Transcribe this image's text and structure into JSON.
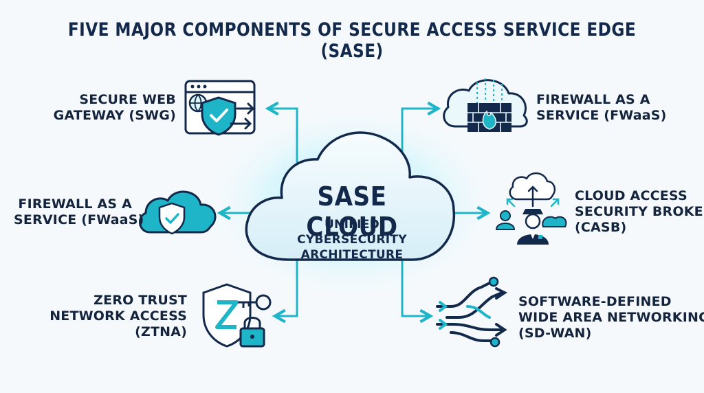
{
  "title": "FIVE MAJOR COMPONENTS OF SECURE ACCESS SERVICE EDGE (SASE)",
  "center": {
    "title": "SASE CLOUD",
    "subtitle_lines": [
      "UNIFIED CYBERSECURITY",
      "ARCHITECTURE"
    ]
  },
  "components": [
    {
      "lines": [
        "SECURE WEB",
        "GATEWAY (SWG)"
      ],
      "icon": "web-gateway-shield-icon"
    },
    {
      "lines": [
        "FIREWALL AS A",
        "SERVICE (FWaaS)"
      ],
      "icon": "cloud-shield-icon"
    },
    {
      "lines": [
        "ZERO TRUST",
        "NETWORK ACCESS",
        "(ZTNA)"
      ],
      "icon": "z-shield-key-lock-icon"
    },
    {
      "lines": [
        "FIREWALL AS A",
        "SERVICE (FWaaS)"
      ],
      "icon": "cloud-firewall-icon"
    },
    {
      "lines": [
        "CLOUD ACCESS",
        "SECURITY BROKER",
        "(CASB)"
      ],
      "icon": "cloud-broker-icon"
    },
    {
      "lines": [
        "SOFTWARE-DEFINED",
        "WIDE AREA NETWORKING",
        "(SD-WAN)"
      ],
      "icon": "network-routing-icon"
    }
  ],
  "colors": {
    "navy": "#13294b",
    "teal": "#1fb5c9",
    "glow": "#7fe3f0",
    "cloud_fill": "#e8f6fb"
  }
}
